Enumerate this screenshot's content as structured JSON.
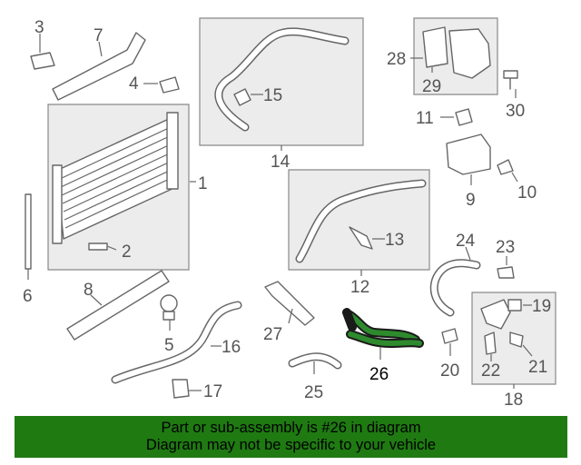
{
  "callouts": {
    "c1": "1",
    "c2": "2",
    "c3": "3",
    "c4": "4",
    "c5": "5",
    "c6": "6",
    "c7": "7",
    "c8": "8",
    "c9": "9",
    "c10": "10",
    "c11": "11",
    "c12": "12",
    "c13": "13",
    "c14": "14",
    "c15": "15",
    "c16": "16",
    "c17": "17",
    "c18": "18",
    "c19": "19",
    "c20": "20",
    "c21": "21",
    "c22": "22",
    "c23": "23",
    "c24": "24",
    "c25": "25",
    "c26": "26",
    "c27": "27",
    "c28": "28",
    "c29": "29",
    "c30": "30"
  },
  "highlighted_part": "26",
  "colors": {
    "highlight": "#2d8a2d",
    "banner": "#1f7a12",
    "linework": "#666666"
  },
  "banner": {
    "line1": "Part or sub-assembly is #26 in diagram",
    "line2": "Diagram may not be specific to your vehicle"
  }
}
